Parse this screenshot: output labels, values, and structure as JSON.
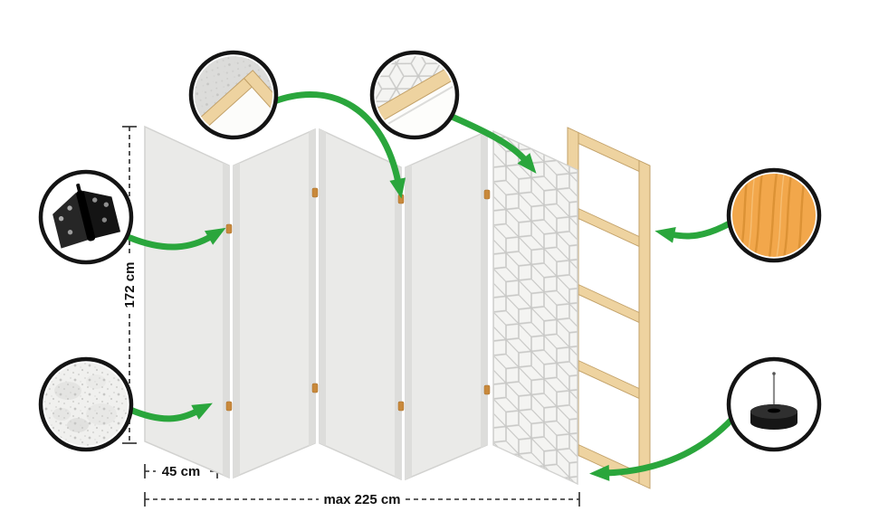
{
  "dimensions": {
    "height": "172 cm",
    "panel_width": "45 cm",
    "max_width": "max 225 cm"
  },
  "structure": {
    "panel_count": 5,
    "patterned_panel_count": 1
  },
  "colors": {
    "accent-green": "#2aa63c",
    "ring-black": "#141414",
    "dim-line": "#2b2b2b",
    "panel-face": "#eaeae8",
    "panel-edge": "#d2d2d0",
    "panel-shadow": "#dddddb",
    "pattern-bg": "#f4f4f2",
    "pattern-line": "#c9c9c7",
    "wood-fill": "#eed3a0",
    "wood-stroke": "#c2a169",
    "wood-grain": "#f2a74b",
    "wood-grain-line": "#d88e31",
    "hinge-dot": "#c8893b"
  },
  "callouts": [
    {
      "icon": "hinge-icon",
      "depicts": "black metal hinge"
    },
    {
      "icon": "fleece-texture-icon",
      "depicts": "white fleece fabric texture"
    },
    {
      "icon": "frame-corner-icon",
      "depicts": "wooden frame corner wrapped in fleece"
    },
    {
      "icon": "panel-edge-icon",
      "depicts": "geometric-pattern panel edge over wooden slat"
    },
    {
      "icon": "wood-texture-icon",
      "depicts": "pine wood grain texture"
    },
    {
      "icon": "foot-icon",
      "depicts": "round anti-slip foot with mounting pin"
    }
  ]
}
